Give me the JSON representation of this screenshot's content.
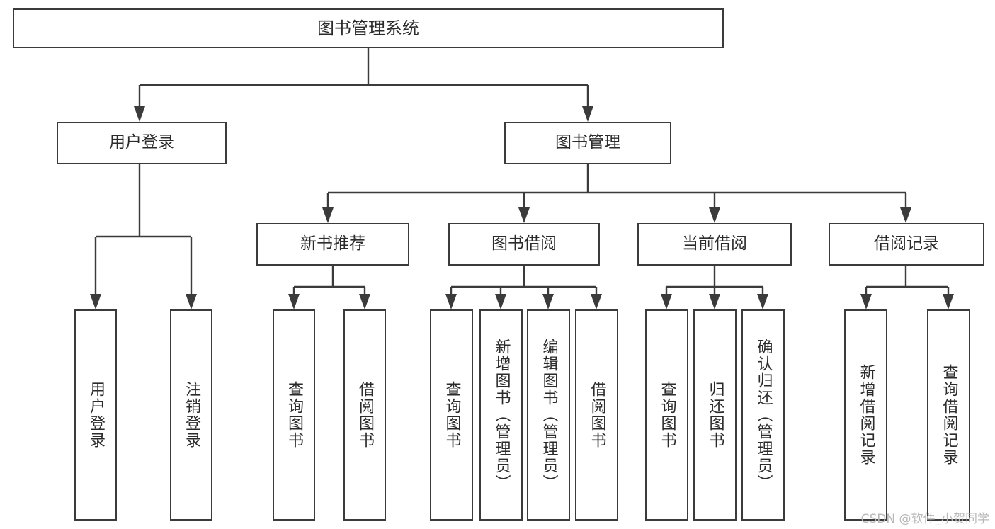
{
  "diagram": {
    "title": "图书管理系统",
    "watermark": "CSDN @软件_小贺同学",
    "colors": {
      "box_border": "#3b3b3b",
      "box_fill": "#ffffff",
      "text": "#2b2b2b",
      "connector": "#3b3b3b",
      "watermark": "#b9b9b9",
      "background": "#ffffff"
    },
    "nodes": {
      "root": {
        "label": "图书管理系统"
      },
      "level2": [
        {
          "label": "用户登录"
        },
        {
          "label": "图书管理"
        }
      ],
      "level3": [
        {
          "label": "新书推荐"
        },
        {
          "label": "图书借阅"
        },
        {
          "label": "当前借阅"
        },
        {
          "label": "借阅记录"
        }
      ],
      "leaves": {
        "user_login": [
          {
            "label": "用户登录"
          },
          {
            "label": "注销登录"
          }
        ],
        "new_book_recommend": [
          {
            "label": "查询图书"
          },
          {
            "label": "借阅图书"
          }
        ],
        "book_borrow": [
          {
            "label": "查询图书"
          },
          {
            "label": "新增图书（管理员）"
          },
          {
            "label": "编辑图书（管理员）"
          },
          {
            "label": "借阅图书"
          }
        ],
        "current_borrow": [
          {
            "label": "查询图书"
          },
          {
            "label": "归还图书"
          },
          {
            "label": "确认归还（管理员）"
          }
        ],
        "borrow_record": [
          {
            "label": "新增借阅记录"
          },
          {
            "label": "查询借阅记录"
          }
        ]
      }
    }
  }
}
